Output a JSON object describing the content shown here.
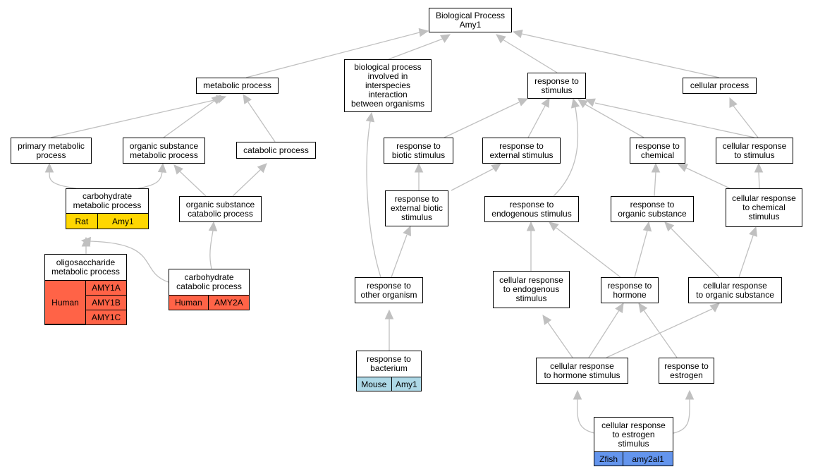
{
  "nodes": {
    "bp": {
      "label": "Biological Process\nAmy1"
    },
    "metab": {
      "label": "metabolic process"
    },
    "bpinter": {
      "label": "biological process\ninvolved in\ninterspecies\ninteraction\nbetween organisms"
    },
    "resp": {
      "label": "response to\nstimulus"
    },
    "cellproc": {
      "label": "cellular process"
    },
    "primary": {
      "label": "primary metabolic\nprocess"
    },
    "orgsub": {
      "label": "organic substance\nmetabolic process"
    },
    "catab": {
      "label": "catabolic process"
    },
    "biotic": {
      "label": "response to\nbiotic stimulus"
    },
    "external": {
      "label": "response to\nexternal stimulus"
    },
    "chemical": {
      "label": "response to\nchemical"
    },
    "cellstim": {
      "label": "cellular response\nto stimulus"
    },
    "carbometab": {
      "label": "carbohydrate\nmetabolic process"
    },
    "orgsubcat": {
      "label": "organic substance\ncatabolic process"
    },
    "extbiotic": {
      "label": "response to\nexternal biotic\nstimulus"
    },
    "endog": {
      "label": "response to\nendogenous stimulus"
    },
    "orgsubresp": {
      "label": "response to\norganic substance"
    },
    "cellchem": {
      "label": "cellular response\nto chemical\nstimulus"
    },
    "oligo": {
      "label": "oligosaccharide\nmetabolic process"
    },
    "carbocat": {
      "label": "carbohydrate\ncatabolic process"
    },
    "otherorg": {
      "label": "response to\nother organism"
    },
    "cellendog": {
      "label": "cellular response\nto endogenous\nstimulus"
    },
    "hormone": {
      "label": "response to\nhormone"
    },
    "cellorg": {
      "label": "cellular response\nto organic substance"
    },
    "bacterium": {
      "label": "response to\nbacterium"
    },
    "cellhorm": {
      "label": "cellular response\nto hormone stimulus"
    },
    "estrogen": {
      "label": "response to\nestrogen"
    },
    "cellestro": {
      "label": "cellular response\nto estrogen\nstimulus"
    }
  },
  "annotations": {
    "carbometab": {
      "color": "#ffd700",
      "species": "Rat",
      "genes": [
        "Amy1"
      ]
    },
    "oligo": {
      "color": "#ff6347",
      "species": "Human",
      "genes": [
        "AMY1A",
        "AMY1B",
        "AMY1C"
      ]
    },
    "carbocat": {
      "color": "#ff6347",
      "species": "Human",
      "genes": [
        "AMY2A"
      ]
    },
    "bacterium": {
      "color": "#add8e6",
      "species": "Mouse",
      "genes": [
        "Amy1"
      ]
    },
    "cellestro": {
      "color": "#6495ed",
      "species": "Zfish",
      "genes": [
        "amy2al1"
      ]
    }
  },
  "colors": {
    "edge": "#c0c0c0",
    "border": "#000000"
  }
}
